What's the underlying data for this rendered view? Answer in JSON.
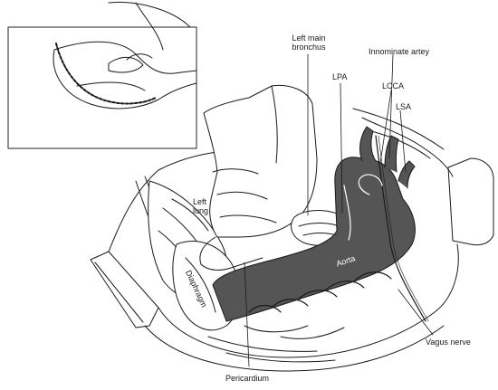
{
  "labels": {
    "left_main_bronchus_line1": "Left main",
    "left_main_bronchus_line2": "bronchus",
    "innominate_artery": "Innominate artey",
    "lpa": "LPA",
    "lcca": "LCCA",
    "lsa": "LSA",
    "left_lung_line1": "Left",
    "left_lung_line2": "lung",
    "aorta": "Aorta",
    "diaphragm": "Diaphragm",
    "vagus_nerve": "Vagus nerve",
    "pericardium": "Pericardium"
  },
  "colors": {
    "aorta_fill": "#555555",
    "line": "#1a1a1a",
    "tissue": "#ffffff"
  }
}
